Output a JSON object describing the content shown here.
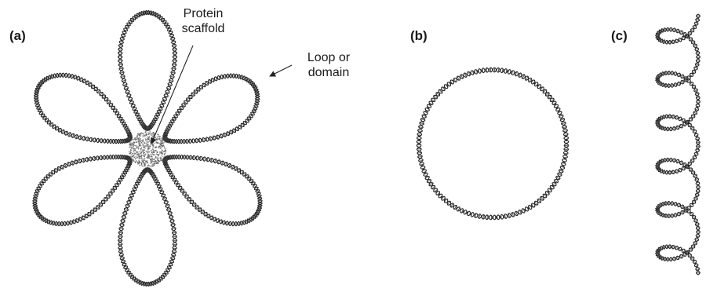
{
  "panels": {
    "a": {
      "label": "(a)",
      "scaffold_label_line1": "Protein",
      "scaffold_label_line2": "scaffold",
      "loop_label_line1": "Loop or",
      "loop_label_line2": "domain"
    },
    "b": {
      "label": "(b)"
    },
    "c": {
      "label": "(c)"
    }
  },
  "icons": {
    "scaffold": "protein-scaffold-icon",
    "loop": "dna-loop-icon",
    "circle": "relaxed-circular-dna-icon",
    "supercoil": "supercoiled-dna-icon"
  }
}
